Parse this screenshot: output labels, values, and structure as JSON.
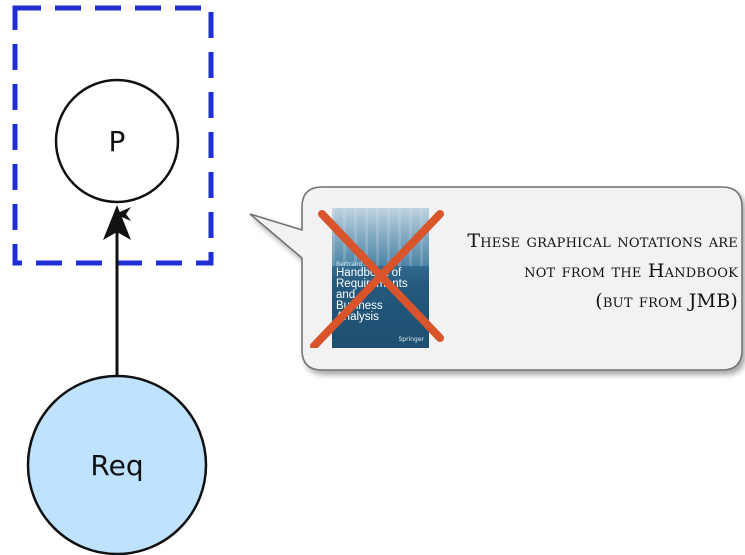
{
  "diagram": {
    "node_p": {
      "label": "P"
    },
    "node_req": {
      "label": "Req"
    }
  },
  "callout": {
    "lines": [
      "These graphical notations are",
      "not from the Handbook",
      "(but from JMB)"
    ]
  },
  "book_cover": {
    "author": "Bertrand M",
    "title_lines": [
      "Handbook of",
      "Requirements and",
      "Business Analysis"
    ],
    "publisher": "Springer"
  },
  "colors": {
    "dashed_border": "#1f2fd6",
    "req_fill": "#bfe3ff",
    "cross": "#d9532b"
  }
}
